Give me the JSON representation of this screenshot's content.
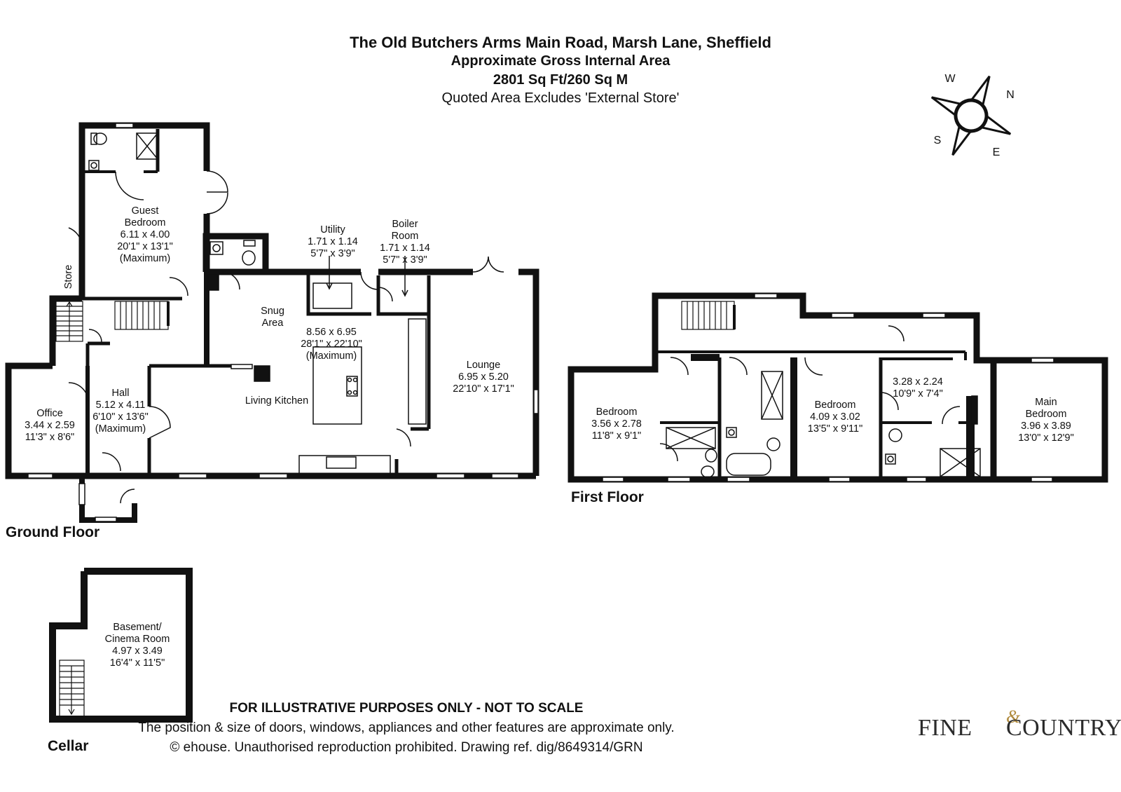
{
  "header": {
    "title": "The Old Butchers Arms Main Road, Marsh Lane, Sheffield",
    "subtitle": "Approximate Gross Internal Area",
    "area": "2801 Sq Ft/260 Sq M",
    "note": "Quoted Area Excludes 'External Store'"
  },
  "compass": {
    "w": "W",
    "n": "N",
    "s": "S",
    "e": "E"
  },
  "floors": {
    "ground": "Ground Floor",
    "first": "First Floor",
    "cellar": "Cellar"
  },
  "rooms": {
    "guest_bedroom": {
      "name1": "Guest",
      "name2": "Bedroom",
      "metric": "6.11 x 4.00",
      "imperial": "20'1\" x 13'1\"",
      "note": "(Maximum)"
    },
    "store": {
      "name": "Store"
    },
    "utility": {
      "name": "Utility",
      "metric": "1.71 x 1.14",
      "imperial": "5'7\" x 3'9\""
    },
    "boiler_room": {
      "name1": "Boiler",
      "name2": "Room",
      "metric": "1.71 x 1.14",
      "imperial": "5'7\" x 3'9\""
    },
    "snug": {
      "name1": "Snug",
      "name2": "Area"
    },
    "living_kitchen": {
      "name": "Living Kitchen",
      "metric": "8.56 x 6.95",
      "imperial": "28'1\" x 22'10\"",
      "note": "(Maximum)"
    },
    "lounge": {
      "name": "Lounge",
      "metric": "6.95 x 5.20",
      "imperial": "22'10\" x 17'1\""
    },
    "hall": {
      "name": "Hall",
      "metric": "5.12 x 4.11",
      "imperial": "6'10\" x 13'6\"",
      "note": "(Maximum)"
    },
    "office": {
      "name": "Office",
      "metric": "3.44 x 2.59",
      "imperial": "11'3\" x 8'6\""
    },
    "bedroom_left": {
      "name": "Bedroom",
      "metric": "3.56 x 2.78",
      "imperial": "11'8\" x 9'1\""
    },
    "bedroom_mid": {
      "name": "Bedroom",
      "metric": "4.09 x 3.02",
      "imperial": "13'5\" x 9'11\""
    },
    "room_small": {
      "metric": "3.28 x 2.24",
      "imperial": "10'9\" x 7'4\""
    },
    "main_bedroom": {
      "name1": "Main",
      "name2": "Bedroom",
      "metric": "3.96 x 3.89",
      "imperial": "13'0\" x 12'9\""
    },
    "basement": {
      "name1": "Basement/",
      "name2": "Cinema Room",
      "metric": "4.97 x 3.49",
      "imperial": "16'4\" x 11'5\""
    }
  },
  "footer": {
    "line1": "FOR ILLUSTRATIVE PURPOSES ONLY - NOT TO SCALE",
    "line2": "The position & size of doors, windows, appliances and other features are approximate only.",
    "line3": "© ehouse. Unauthorised reproduction prohibited. Drawing ref. dig/8649314/GRN"
  },
  "logo": {
    "word1": "FINE",
    "amp": "&",
    "word2": "COUNTRY"
  }
}
